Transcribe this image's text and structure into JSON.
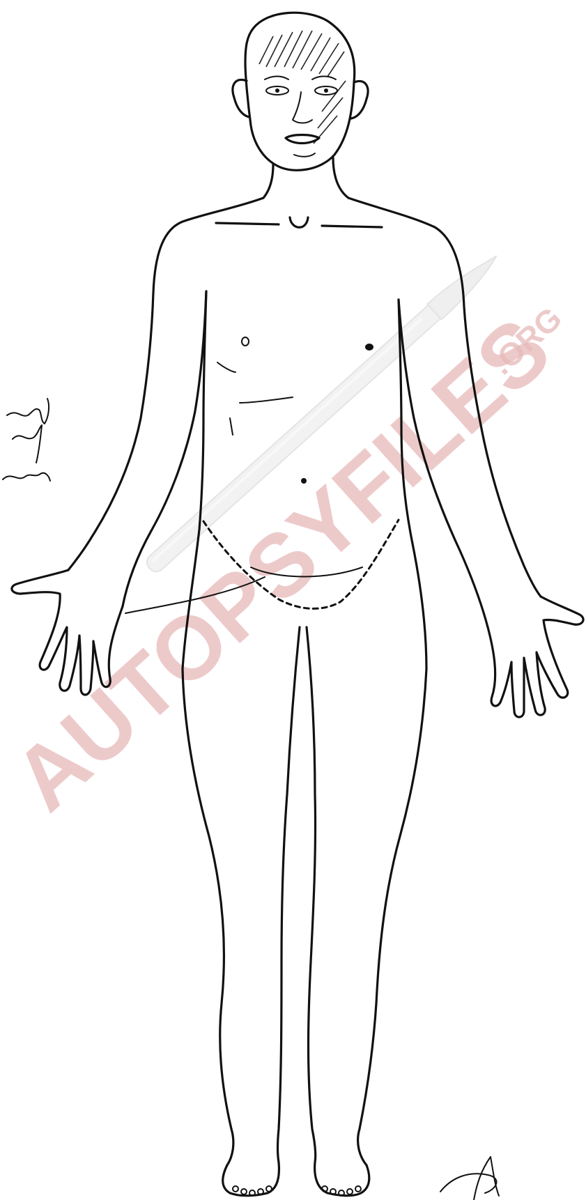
{
  "document": {
    "type": "autopsy body diagram (anterior view)"
  },
  "watermark": {
    "text": "AUTOPSYFILES",
    "suffix": ".ORG",
    "color": "#e7b9b9"
  },
  "handwriting": {
    "left_margin_note": "...lmg / ...l / ...iar",
    "signature": "handwritten signature"
  }
}
